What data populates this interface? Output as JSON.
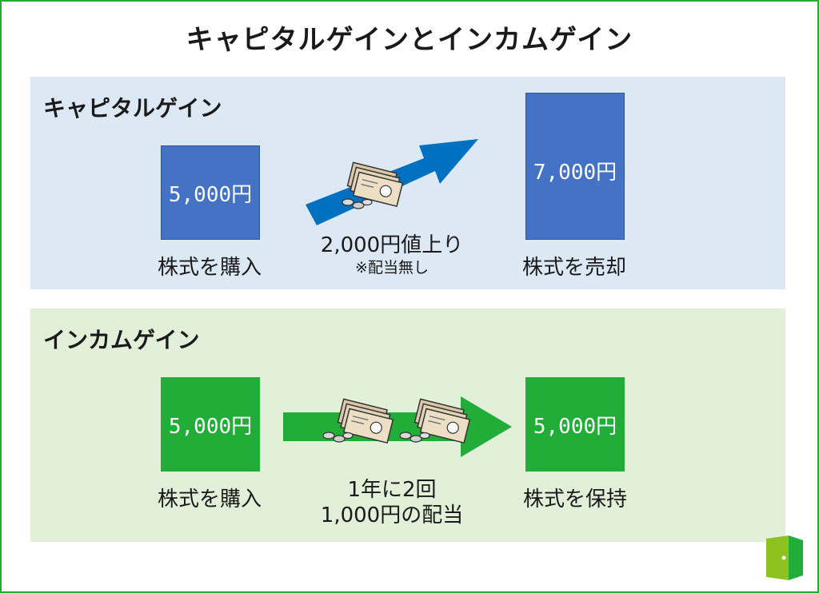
{
  "title": "キャピタルゲインとインカムゲイン",
  "capital": {
    "heading": "キャピタルゲイン",
    "buy_value": "5,000円",
    "buy_label": "株式を購入",
    "gain_label": "2,000円値上り",
    "gain_note": "※配当無し",
    "sell_value": "7,000円",
    "sell_label": "株式を売却"
  },
  "income": {
    "heading": "インカムゲイン",
    "buy_value": "5,000円",
    "buy_label": "株式を購入",
    "dividend_line1": "1年に2回",
    "dividend_line2": "1,000円の配当",
    "hold_value": "5,000円",
    "hold_label": "株式を保持"
  },
  "colors": {
    "border": "#22ac38",
    "capital_bg": "#dde8f5",
    "income_bg": "#e2efd9",
    "blue_box": "#4472c4",
    "blue_arrow": "#0070c0",
    "green": "#22ac38"
  },
  "icons": [
    "banknote-stack-icon",
    "coins-icon",
    "trend-up-arrow-icon",
    "right-arrow-icon",
    "door-logo-icon"
  ]
}
